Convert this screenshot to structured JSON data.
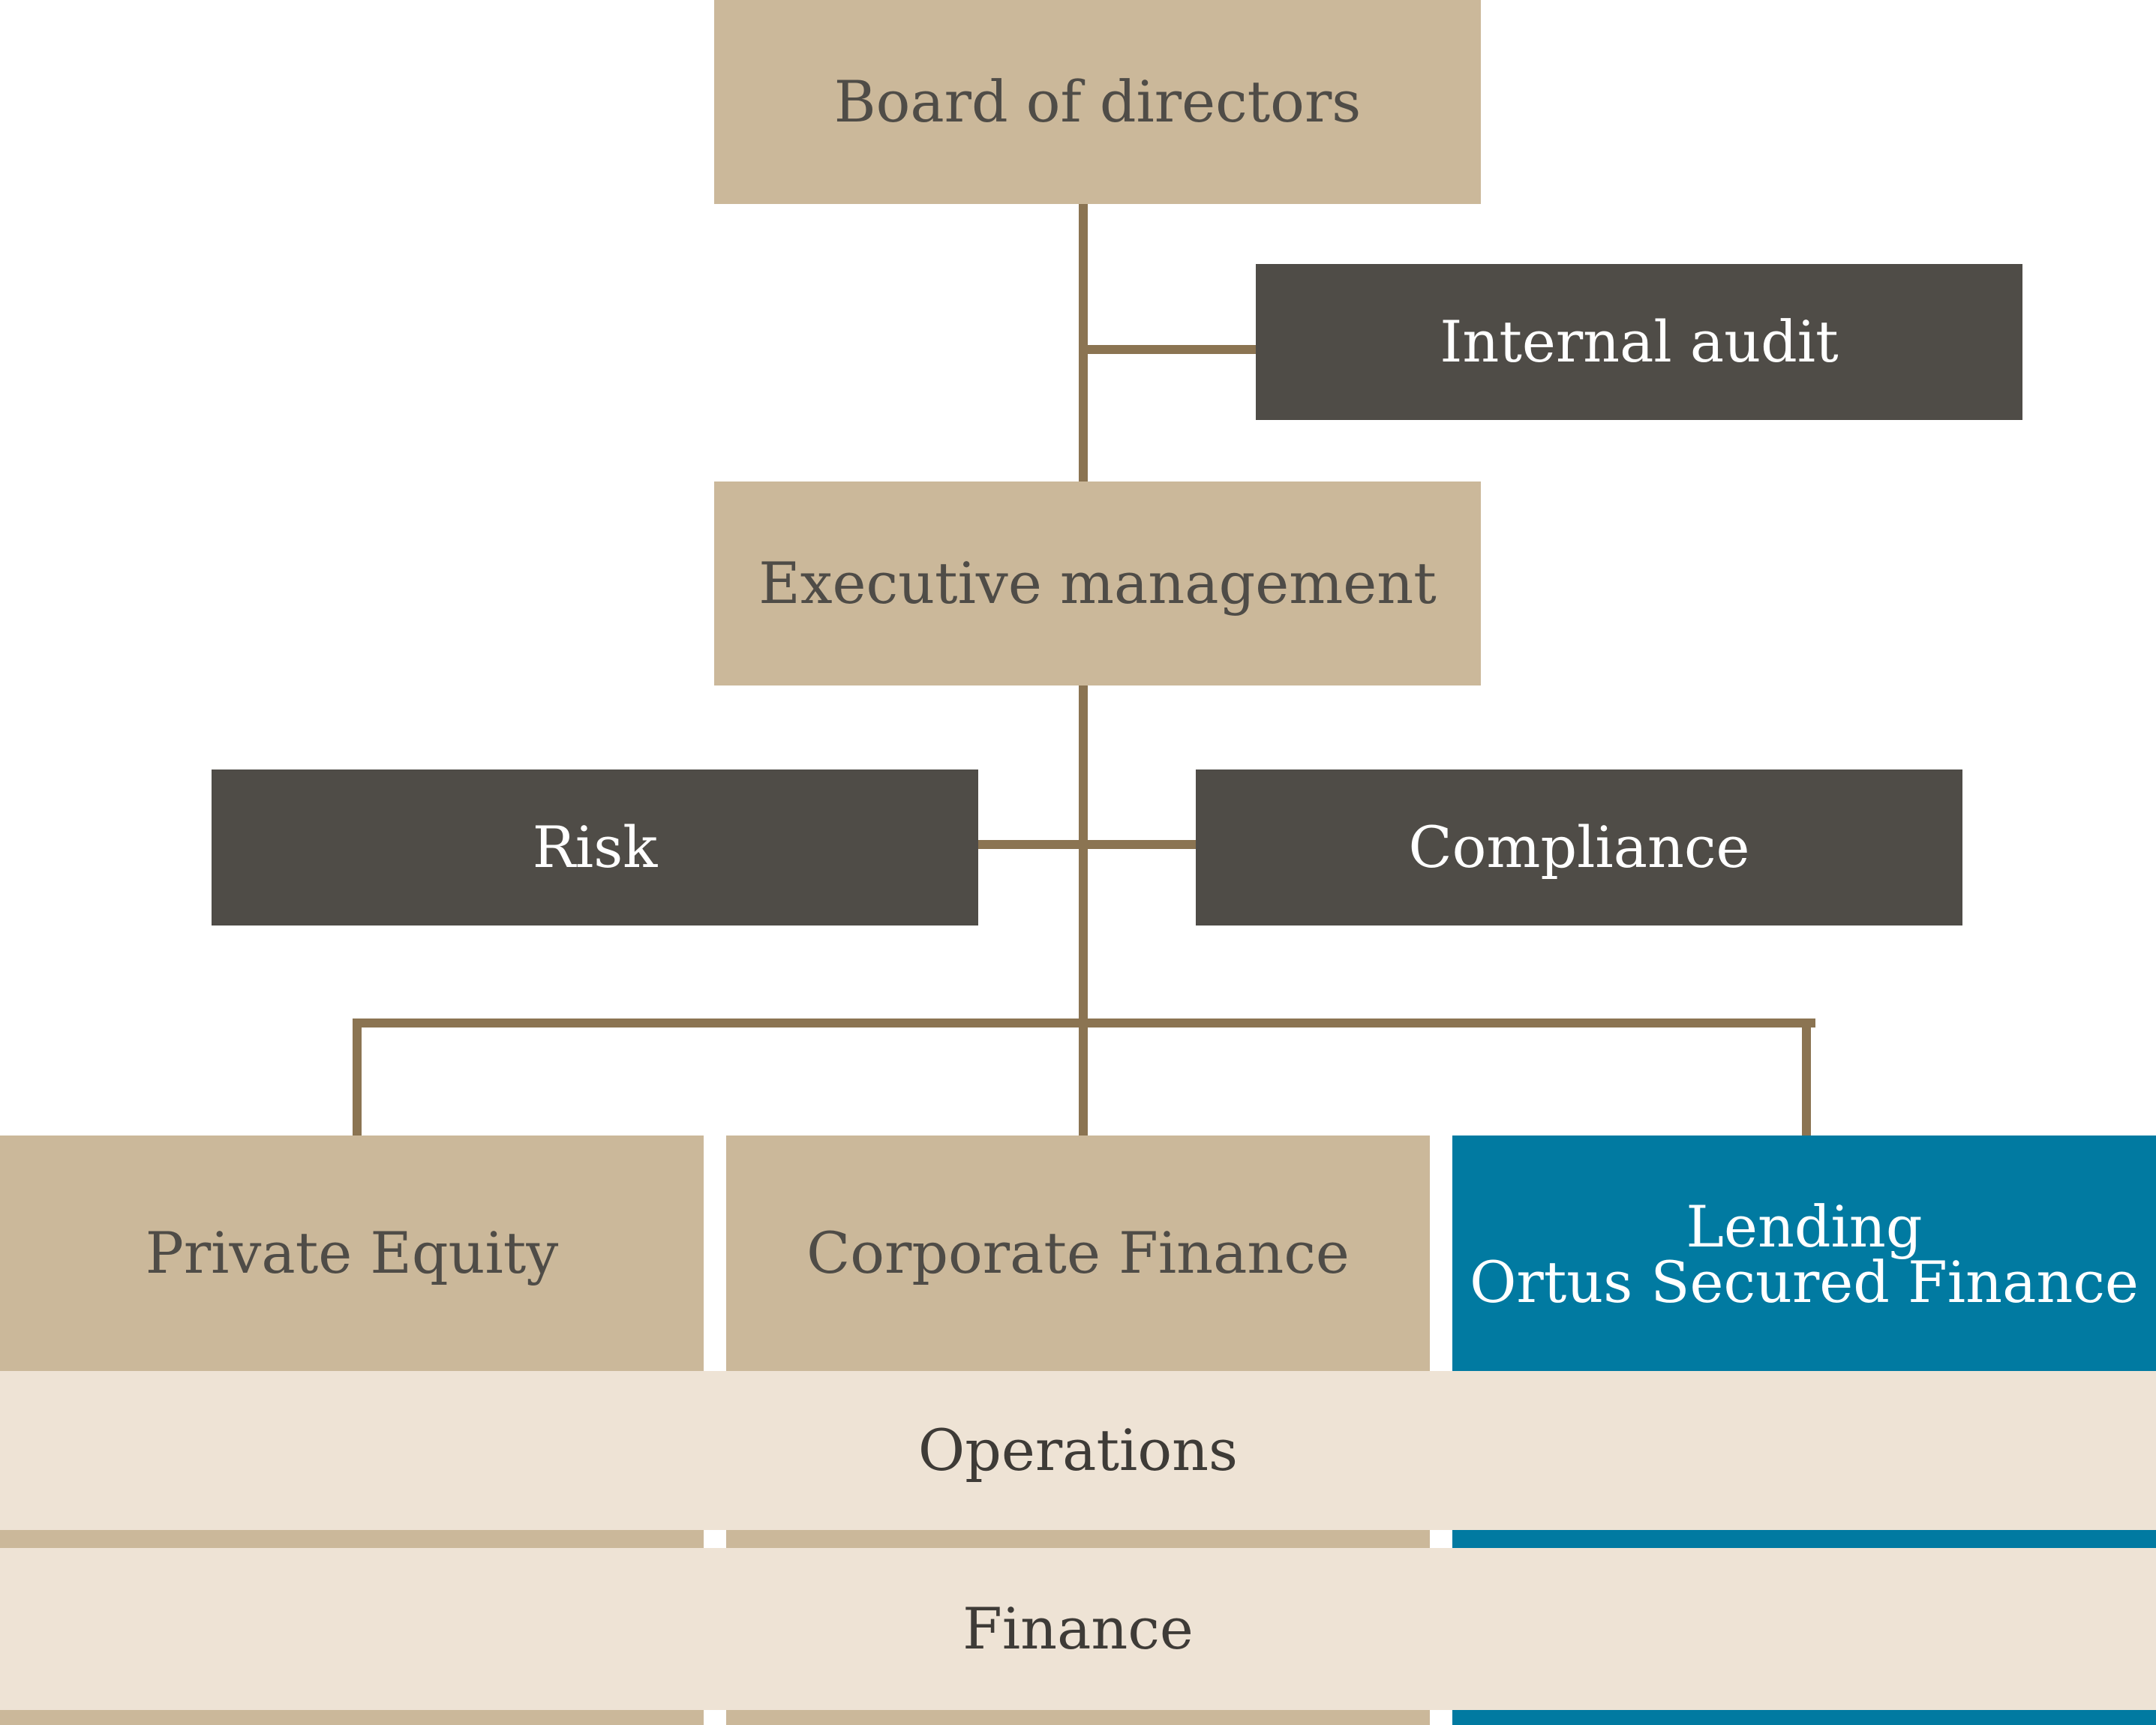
{
  "colors": {
    "tan": "#cbb89a",
    "dark": "#4f4c47",
    "blue": "#017aa1",
    "light": "#eee3d5",
    "connector": "#8b7452"
  },
  "nodes": {
    "board": "Board of directors",
    "internal_audit": "Internal audit",
    "executive": "Executive management",
    "risk": "Risk",
    "compliance": "Compliance",
    "private_equity": "Private Equity",
    "corporate_finance": "Corporate Finance",
    "lending_line1": "Lending",
    "lending_line2": "Ortus Secured Finance",
    "operations": "Operations",
    "finance": "Finance"
  }
}
